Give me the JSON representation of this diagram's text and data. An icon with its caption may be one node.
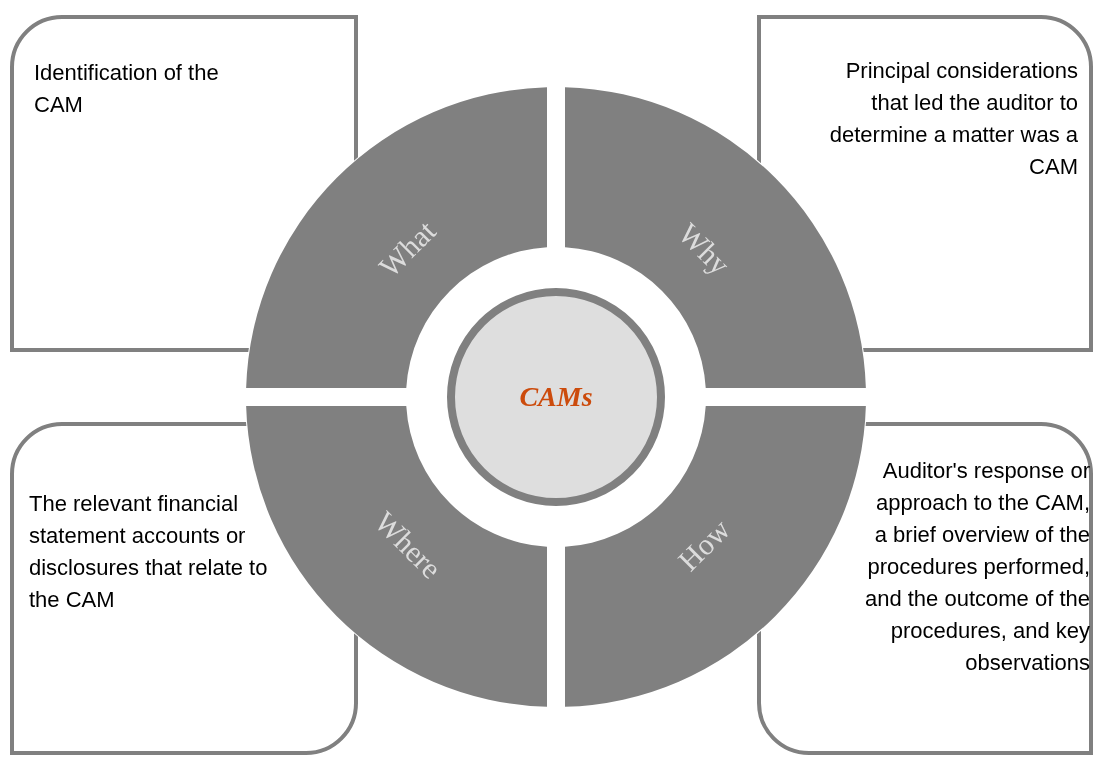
{
  "diagram": {
    "nodes": [
      {
        "text": [
          "Identification of the CAM"
        ]
      },
      {
        "text": [
          "Principal considerations that led the auditor to determine a matter was a CAM"
        ]
      },
      {
        "text": [
          "What"
        ]
      },
      {
        "text": [
          "Why"
        ]
      },
      {
        "text": [
          "CAMs"
        ]
      },
      {
        "text": [
          "Where"
        ]
      },
      {
        "text": [
          "How"
        ]
      },
      {
        "text": [
          "The relevant financial statement accounts or disclosures that relate to the CAM"
        ]
      },
      {
        "text": [
          "Auditor's response or approach to the CAM, a brief overview of the procedures performed, and the outcome of the procedures, and key observations"
        ]
      }
    ]
  }
}
